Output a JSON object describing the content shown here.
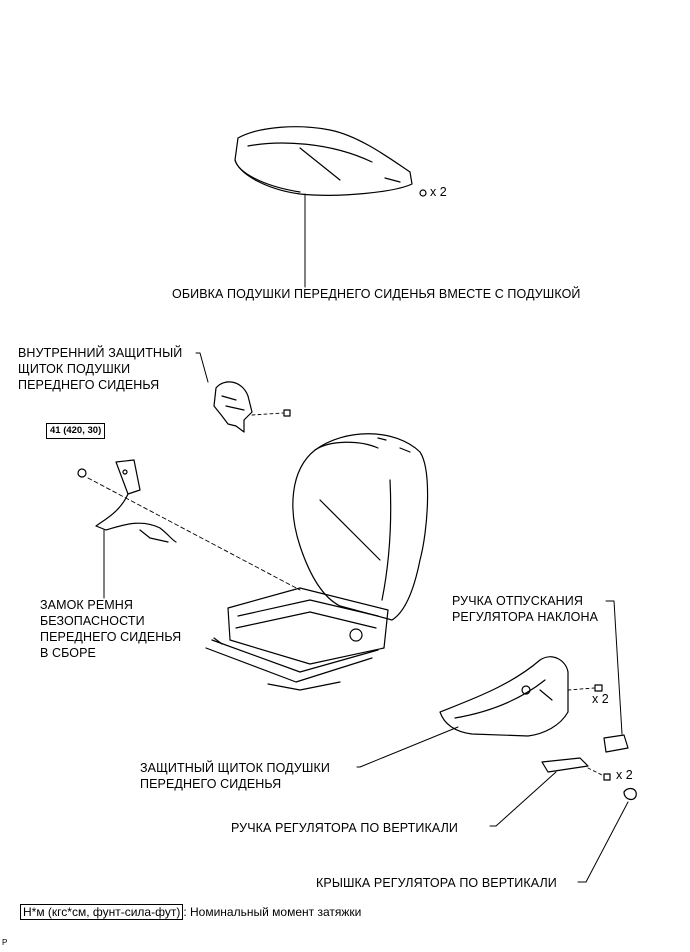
{
  "labels": {
    "cushion_cover": "ОБИВКА ПОДУШКИ ПЕРЕДНЕГО СИДЕНЬЯ ВМЕСТЕ С ПОДУШКОЙ",
    "inner_shield": [
      "ВНУТРЕННИЙ ЗАЩИТНЫЙ",
      "ЩИТОК ПОДУШКИ",
      "ПЕРЕДНЕГО СИДЕНЬЯ"
    ],
    "belt_buckle": [
      "ЗАМОК РЕМНЯ",
      "БЕЗОПАСНОСТИ",
      "ПЕРЕДНЕГО СИДЕНЬЯ",
      "В СБОРЕ"
    ],
    "recliner_handle": [
      "РУЧКА ОТПУСКАНИЯ",
      "РЕГУЛЯТОРА НАКЛОНА"
    ],
    "cushion_shield": [
      "ЗАЩИТНЫЙ ЩИТОК ПОДУШКИ",
      "ПЕРЕДНЕГО СИДЕНЬЯ"
    ],
    "vertical_handle": "РУЧКА РЕГУЛЯТОРА ПО ВЕРТИКАЛИ",
    "vertical_cover": "КРЫШКА РЕГУЛЯТОРА ПО ВЕРТИКАЛИ"
  },
  "quantities": {
    "cover_clips": "x 2",
    "shield_screws": "x 2",
    "handle_screws": "x 2"
  },
  "torque": "41 (420, 30)",
  "legend": {
    "units": "Н*м (кгс*см, фунт-сила-фут)",
    "description": ": Номинальный момент затяжки"
  },
  "figure_id": "P"
}
